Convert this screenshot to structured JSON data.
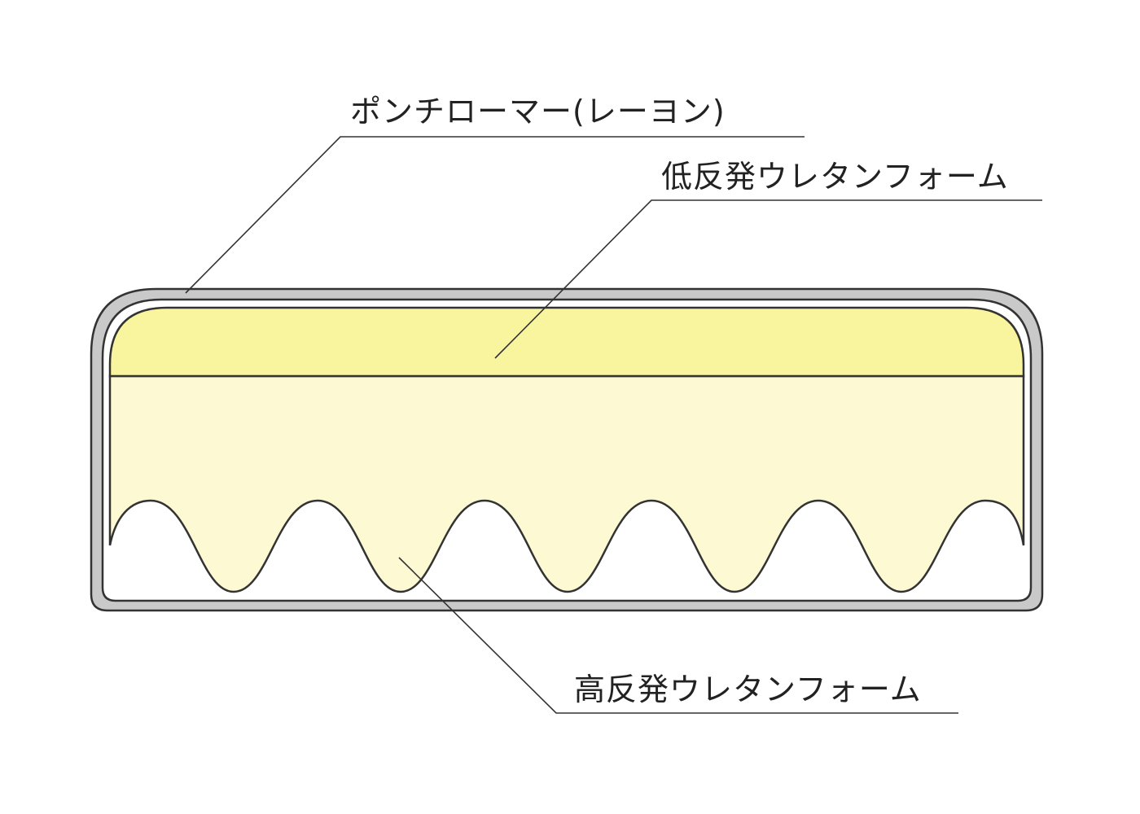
{
  "labels": {
    "cover": "ポンチローマー(レーヨン)",
    "low_rebound": "低反発ウレタンフォーム",
    "high_rebound": "高反発ウレタンフォーム"
  },
  "colors": {
    "shell": "#c9c9c9",
    "outline": "#333333",
    "low_rebound_fill": "#f9f59e",
    "high_rebound_fill": "#fdf9d3"
  }
}
